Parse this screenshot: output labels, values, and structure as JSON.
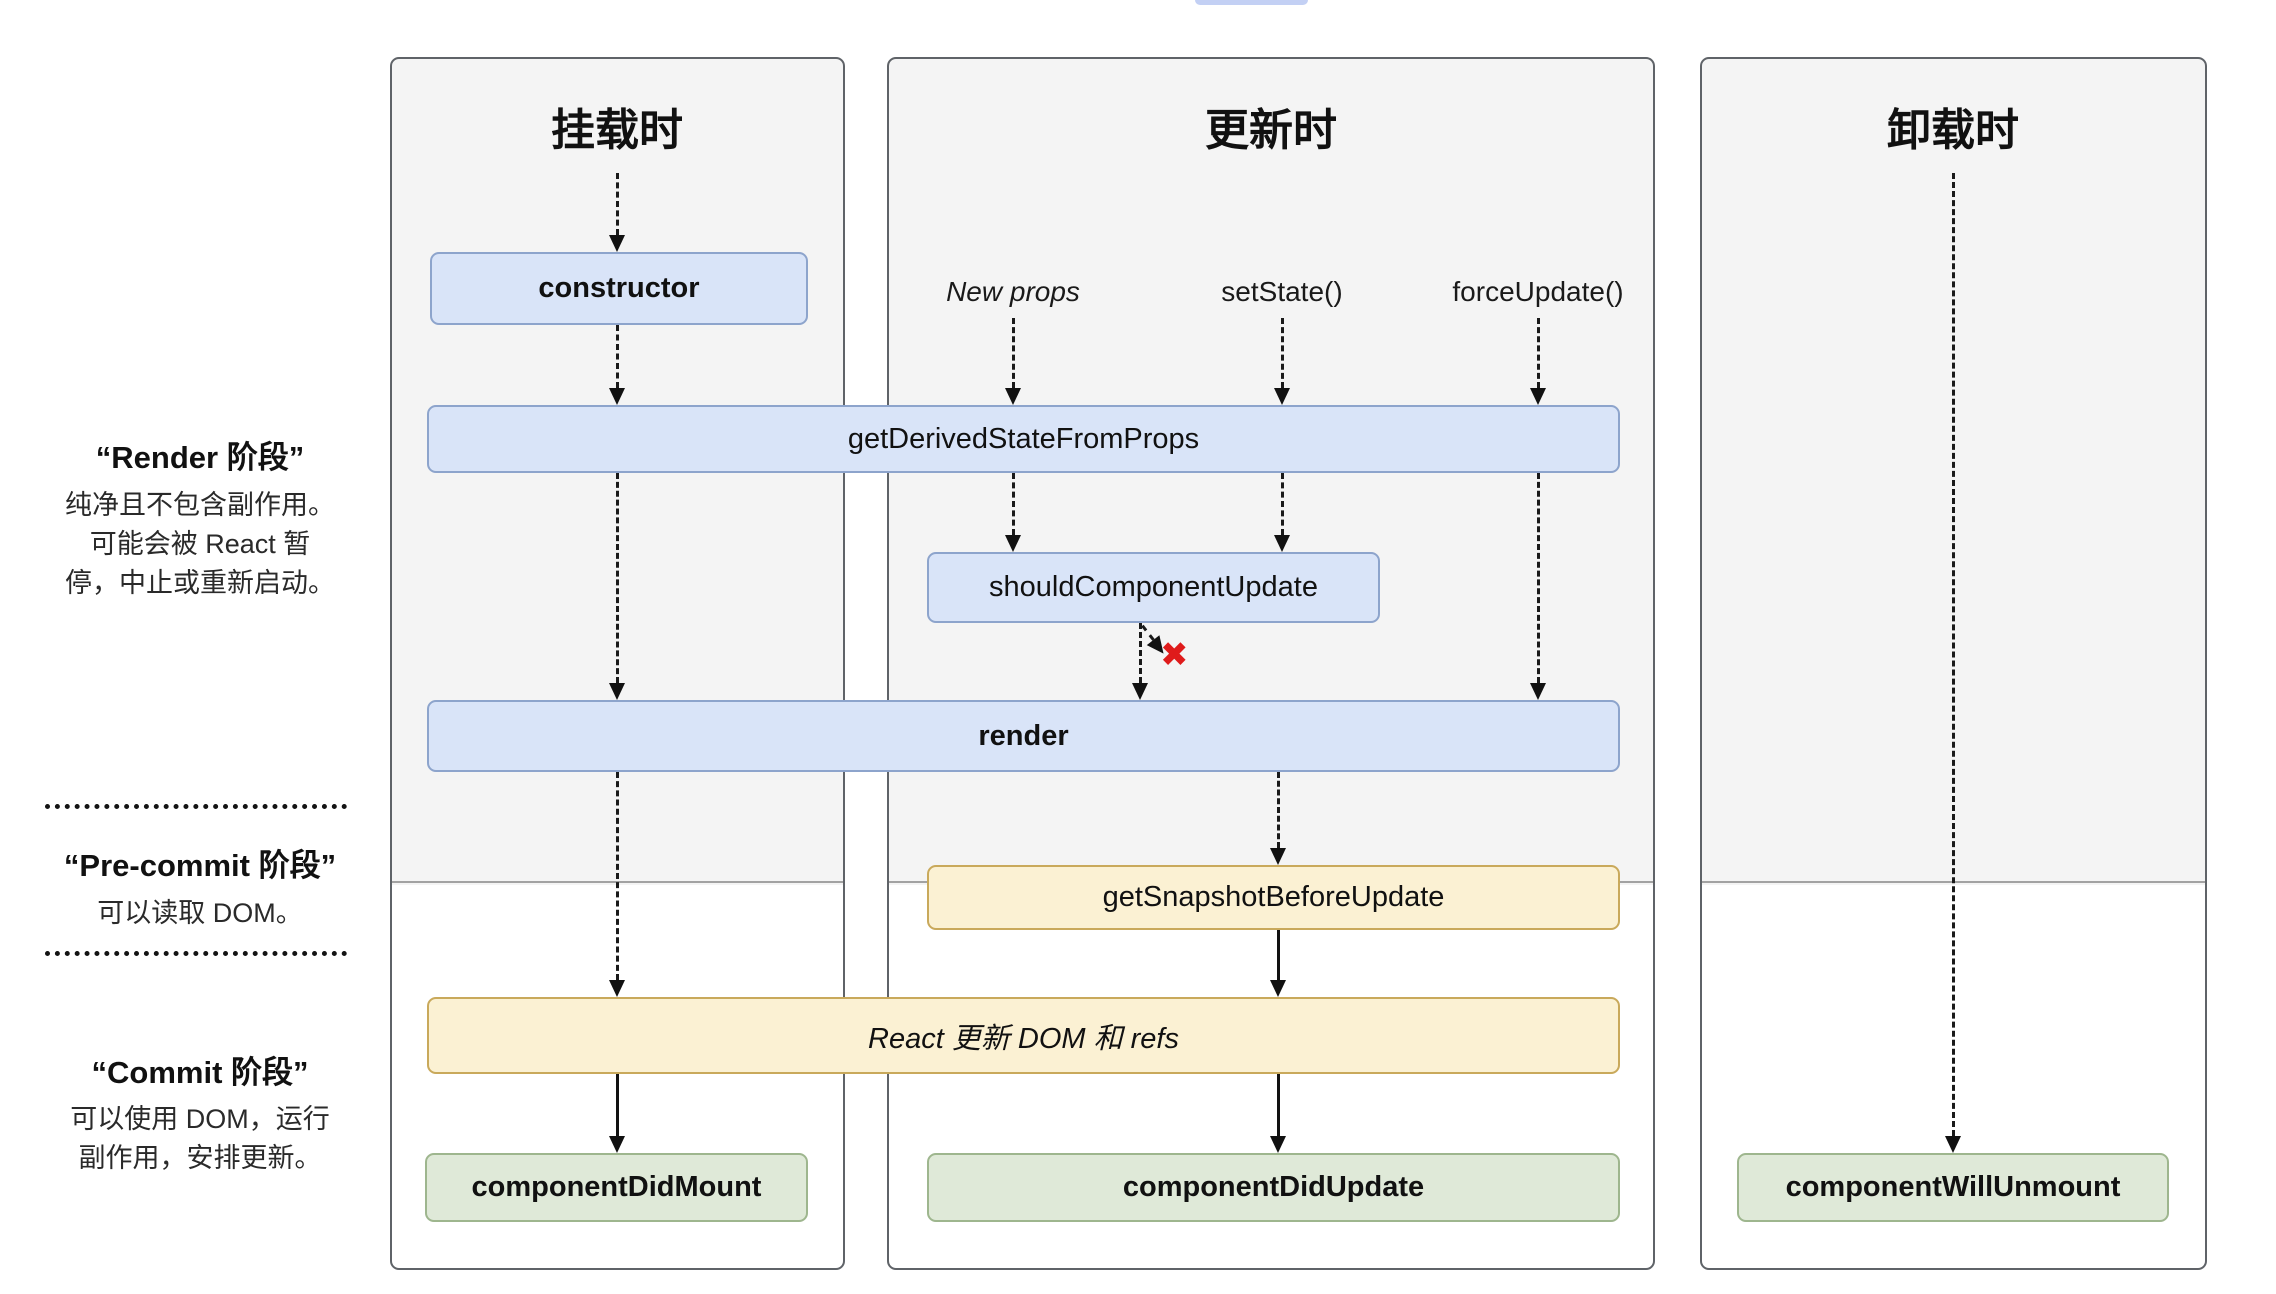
{
  "top_bar": {
    "tab_fragment": ""
  },
  "sidebar": {
    "render_phase": {
      "title": "“Render 阶段”",
      "line1": "纯净且不包含副作用。",
      "line2": "可能会被 React 暂",
      "line3": "停，中止或重新启动。"
    },
    "pre_commit_phase": {
      "title": "“Pre-commit 阶段”",
      "line1": "可以读取 DOM。"
    },
    "commit_phase": {
      "title": "“Commit 阶段”",
      "line1": "可以使用 DOM，运行",
      "line2": "副作用，安排更新。"
    }
  },
  "columns": {
    "mounting": "挂载时",
    "updating": "更新时",
    "unmounting": "卸载时"
  },
  "triggers": {
    "new_props": "New props",
    "set_state": "setState()",
    "force_update": "forceUpdate()"
  },
  "lifecycle": {
    "constructor": "constructor",
    "get_derived_state_from_props": "getDerivedStateFromProps",
    "should_component_update": "shouldComponentUpdate",
    "render": "render",
    "get_snapshot_before_update": "getSnapshotBeforeUpdate",
    "react_updates_dom": "React 更新 DOM 和 refs",
    "component_did_mount": "componentDidMount",
    "component_did_update": "componentDidUpdate",
    "component_will_unmount": "componentWillUnmount"
  },
  "marks": {
    "skip_update": "✖"
  },
  "colors": {
    "blue_fill": "#d9e4f8",
    "blue_border": "#8da4cc",
    "yellow_fill": "#fbf1d3",
    "yellow_border": "#c9a95b",
    "green_fill": "#dfe9d8",
    "green_border": "#9eb68e",
    "panel_bg": "#f4f4f4",
    "panel_border": "#5f6368",
    "cancel_red": "#df1b1b",
    "tab_blue": "#c3d0f4"
  }
}
